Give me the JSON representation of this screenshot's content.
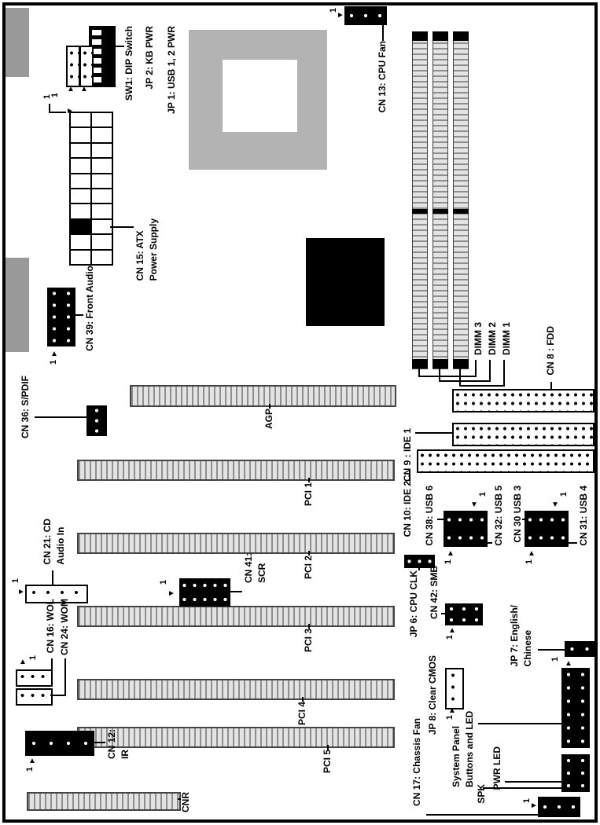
{
  "diagram": {
    "labels": {
      "sw1": "SW1: DIP Switch",
      "jp2": "JP 2: KB PWR",
      "jp1": "JP 1: USB 1, 2 PWR",
      "cn13": "CN 13: CPU Fan",
      "cn15_l1": "CN 15: ATX",
      "cn15_l2": "Power Supply",
      "cn39": "CN 39: Front Audio",
      "cn36": "CN 36: S/PDIF",
      "dimm3": "DIMM 3",
      "dimm2": "DIMM 2",
      "dimm1": "DIMM 1",
      "cn8": "CN 8 : FDD",
      "cn9": "CN 9 : IDE 1",
      "cn10": "CN 10: IDE 2",
      "agp": "AGP",
      "pci1": "PCI 1",
      "pci2": "PCI 2",
      "pci3": "PCI 3",
      "pci4": "PCI 4",
      "pci5": "PCI 5",
      "cnr": "CNR",
      "cn21_l1": "CN 21: CD",
      "cn21_l2": "Audio In",
      "cn16": "CN 16: WOL",
      "cn24": "CN 24: WOM",
      "cn12_l1": "CN 12:",
      "cn12_l2": "IR",
      "cn41_l1": "CN 41:",
      "cn41_l2": "SCR",
      "jp6": "JP 6: CPU CLK",
      "cn42": "CN 42: SMB",
      "jp8": "JP 8: Clear CMOS",
      "cn17": "CN 17: Chassis Fan",
      "cn38": "CN 38: USB 6",
      "cn32": "CN 32: USB 5",
      "cn30": "CN 30 USB 3",
      "cn31": "CN 31: USB 4",
      "jp7_l1": "JP 7: English/",
      "jp7_l2": "Chinese",
      "syspanel_l1": "System Panel",
      "syspanel_l2": "Buttons and LED",
      "spk": "SPK",
      "pwrled": "PWR LED"
    },
    "markers": {
      "pin1": "1"
    },
    "icons": {
      "up": "▲",
      "down": "▼",
      "right": "►",
      "left": "◄"
    },
    "colors": {
      "slot_gray": "#c8c8c8",
      "socket_gray": "#b3b3b3",
      "panel_gray": "#999999",
      "black": "#000000",
      "white": "#ffffff"
    }
  }
}
